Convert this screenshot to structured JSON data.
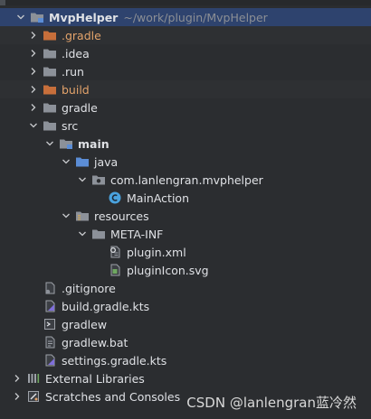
{
  "project": {
    "name": "MvpHelper",
    "path": "~/work/plugin/MvpHelper"
  },
  "tree": {
    "dot_gradle": ".gradle",
    "dot_idea": ".idea",
    "dot_run": ".run",
    "build": "build",
    "gradle": "gradle",
    "src": "src",
    "main": "main",
    "java": "java",
    "package": "com.lanlengran.mvphelper",
    "main_action": "MainAction",
    "resources": "resources",
    "meta_inf": "META-INF",
    "plugin_xml": "plugin.xml",
    "plugin_icon": "pluginIcon.svg",
    "gitignore": ".gitignore",
    "build_gradle": "build.gradle.kts",
    "gradlew": "gradlew",
    "gradlew_bat": "gradlew.bat",
    "settings_gradle": "settings.gradle.kts",
    "external_libraries": "External Libraries",
    "scratches": "Scratches and Consoles"
  },
  "watermark": "CSDN @lanlengran蓝冷然",
  "colors": {
    "background": "#2b2d30",
    "selection": "#2e436e",
    "folder": "#8c9199",
    "excluded_folder": "#c76f3b",
    "source_folder": "#5b8dd6",
    "class_icon": "#4aa3df"
  }
}
